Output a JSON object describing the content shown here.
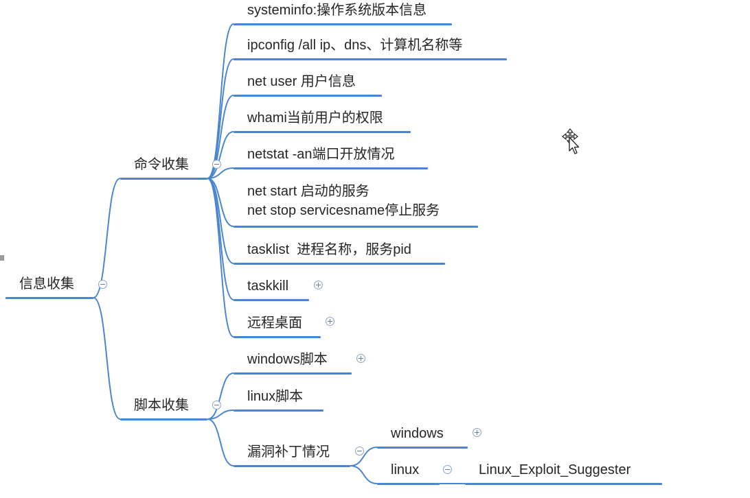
{
  "root": {
    "label": "信息收集",
    "state": "collapse"
  },
  "branches": [
    {
      "label": "命令收集",
      "state": "collapse",
      "children": [
        {
          "label": "systeminfo:操作系统版本信息"
        },
        {
          "label": "ipconfig /all ip、dns、计算机名称等"
        },
        {
          "label": "net user 用户信息"
        },
        {
          "label": "whami当前用户的权限"
        },
        {
          "label": "netstat -an端口开放情况"
        },
        {
          "label": "net start 启动的服务\nnet stop servicesname停止服务"
        },
        {
          "label": "tasklist  进程名称，服务pid"
        },
        {
          "label": "taskkill",
          "state": "expand"
        },
        {
          "label": "远程桌面",
          "state": "expand"
        }
      ]
    },
    {
      "label": "脚本收集",
      "state": "collapse",
      "children": [
        {
          "label": "windows脚本",
          "state": "expand"
        },
        {
          "label": "linux脚本"
        },
        {
          "label": "漏洞补丁情况",
          "state": "collapse",
          "children": [
            {
              "label": "windows",
              "state": "expand"
            },
            {
              "label": "linux",
              "state": "collapse",
              "children": [
                {
                  "label": "Linux_Exploit_Suggester"
                }
              ]
            }
          ]
        }
      ]
    }
  ],
  "colors": {
    "branch_line": "#4a86d0",
    "node_text": "#262626",
    "toggle_border": "#8da4c2"
  },
  "icons": {
    "collapse": "circle-minus-icon",
    "expand": "circle-plus-icon",
    "cursor": "move-cursor-icon"
  }
}
